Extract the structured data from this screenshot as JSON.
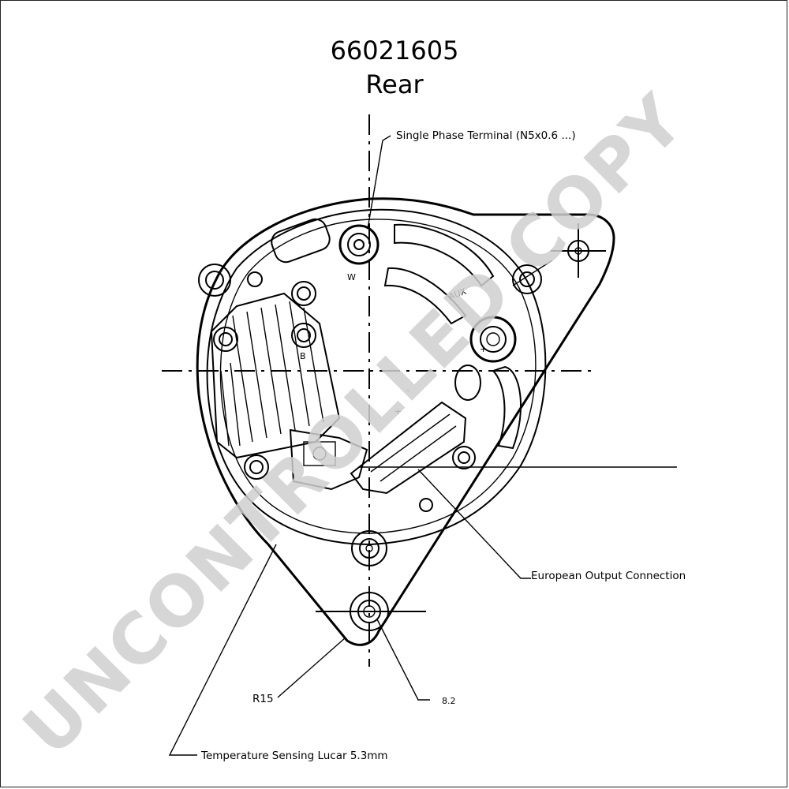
{
  "title": "66021605",
  "subtitle": "Rear",
  "labels": {
    "single_phase": "Single Phase Terminal (N5x0.6 ...)",
    "european_output": "European Output Connection",
    "temperature_sensing": "Temperature Sensing Lucar 5.3mm",
    "radius": "R15",
    "hole_dia": "8.2",
    "aux": "AUX",
    "terminal_b": "B",
    "terminal_w": "W",
    "plus": "+",
    "minus": "-"
  },
  "watermark": {
    "text": "UNCONTROLLED COPY",
    "color": "#cfcfcf"
  }
}
